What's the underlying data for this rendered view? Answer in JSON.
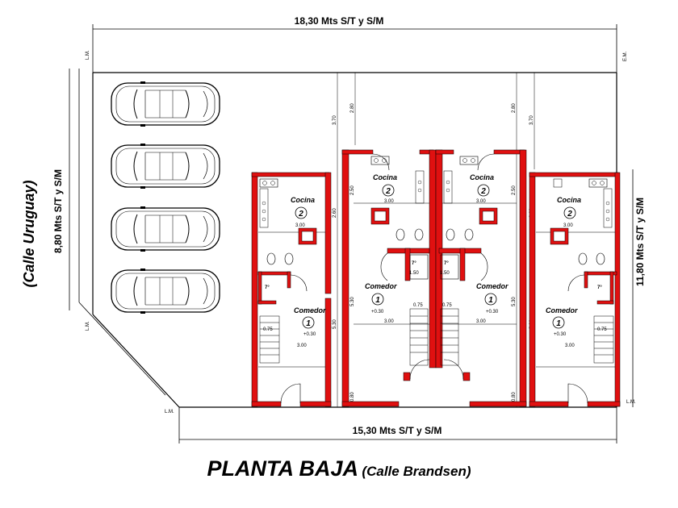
{
  "plan": {
    "title": "PLANTA BAJA",
    "subtitle": "(Calle Brandsen)",
    "street_left": "(Calle Uruguay)",
    "dims": {
      "top": "18,30 Mts  S/T y S/M",
      "bottom": "15,30 Mts  S/T y S/M",
      "left": "8,80 Mts  S/T y S/M",
      "right": "11,80 Mts  S/T y S/M"
    },
    "boundary_marks": {
      "lm": "L.M.",
      "em": "E.M."
    },
    "small_dims": {
      "d370": "3.70",
      "d280": "2.80",
      "d260": "2.60",
      "d250": "2.50",
      "d530": "5.30",
      "d080": "0.80",
      "d300": "3.00",
      "d075": "0.75",
      "d150": "1.50",
      "d150b": "1.50"
    },
    "rooms": {
      "kitchen": "Cocina",
      "kitchen_num": "2",
      "dining": "Comedor",
      "dining_num": "1",
      "level": "+0.30",
      "bath": "7°"
    },
    "cars": 4,
    "colors": {
      "wall": "#e01010",
      "line": "#000000"
    }
  }
}
